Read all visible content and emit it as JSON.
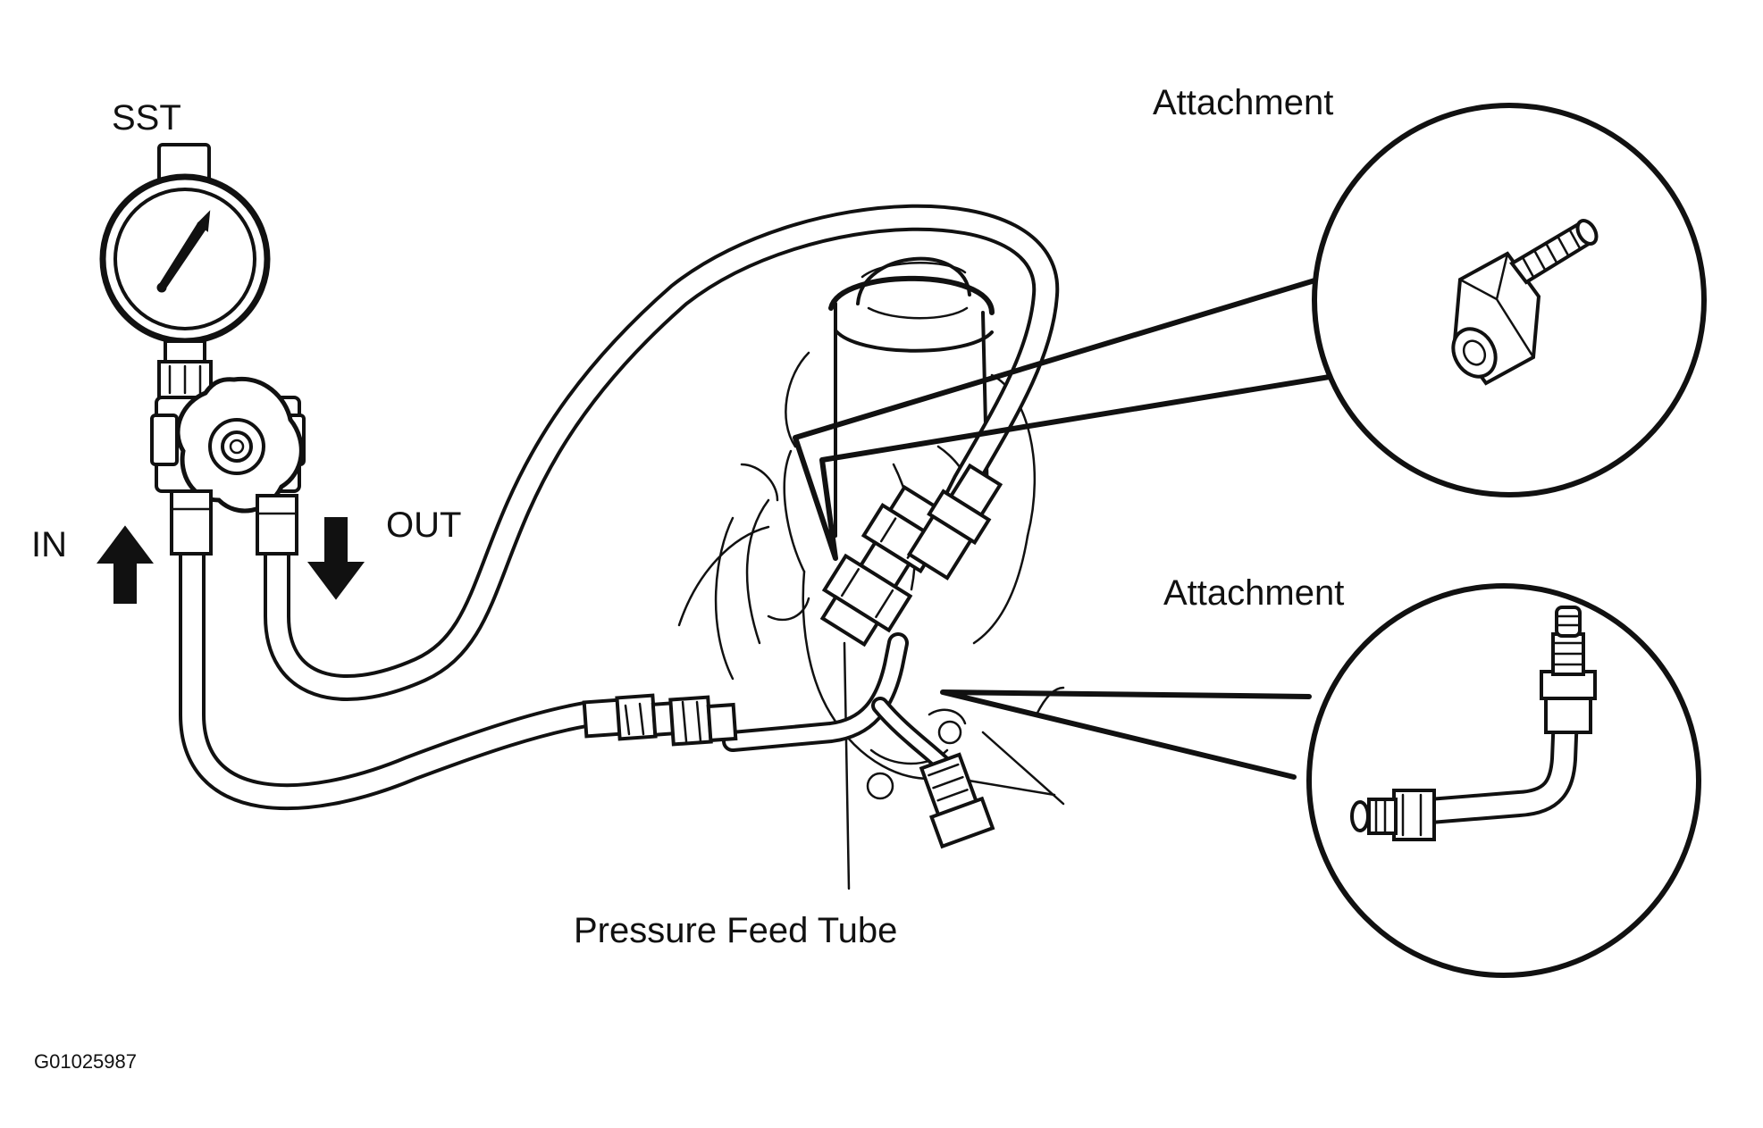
{
  "labels": {
    "sst": "SST",
    "in": "IN",
    "out": "OUT",
    "attachment_top": "Attachment",
    "attachment_bottom": "Attachment",
    "pressure_feed_tube": "Pressure Feed Tube",
    "figure_code": "G01025987"
  },
  "colors": {
    "ink": "#111111",
    "background": "#ffffff"
  },
  "icons": {
    "in_arrow": "arrow-up-icon",
    "out_arrow": "arrow-down-icon"
  }
}
